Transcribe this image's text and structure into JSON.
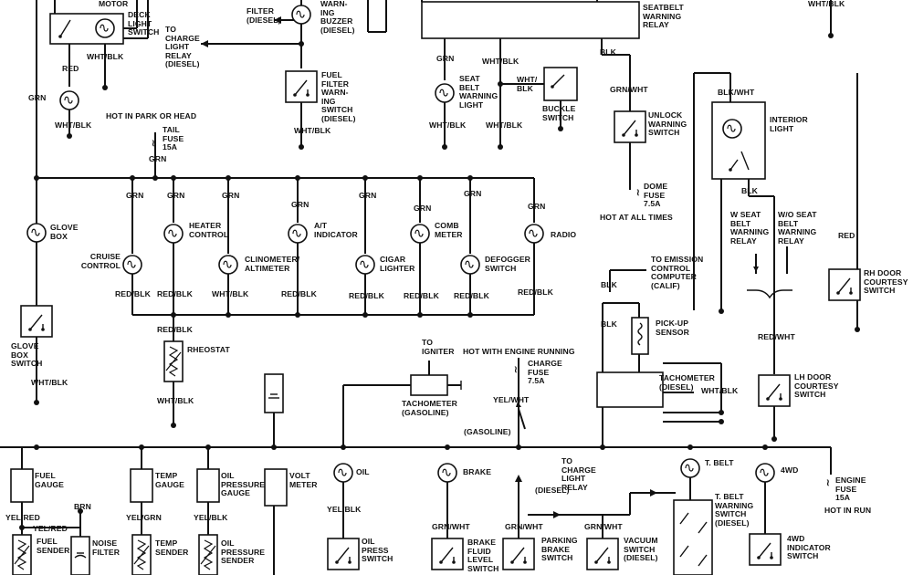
{
  "labels": {
    "motor": "MOTOR",
    "deck_light_switch": "DECK\nLIGHT\nSWITCH",
    "wht_blk_a": "WHT/BLK",
    "to_charge_light_relay_diesel": "TO\nCHARGE\nLIGHT\nRELAY\n(DIESEL)",
    "filter_diesel": "FILTER\n(DIESEL)",
    "warning_buzzer": "WARN-\nING\nBUZZER\n(DIESEL)",
    "fuel_filter_warning_switch": "FUEL\nFILTER\nWARN-\nING\nSWITCH\n(DIESEL)",
    "wht_blk_b": "WHT/BLK",
    "seatbelt_warning_relay": "SEATBELT\nWARNING\nRELAY",
    "wht_blk_top_right": "WHT/BLK",
    "red_a": "RED",
    "grn_a": "GRN",
    "wht_blk_c": "WHT/BLK",
    "hot_in_park_or_head": "HOT IN PARK OR HEAD",
    "tail_fuse": "TAIL\nFUSE\n15A",
    "grn_b": "GRN",
    "grn_seat": "GRN",
    "seat_belt_warning_light": "SEAT\nBELT\nWARNING\nLIGHT",
    "wht_blk_seat": "WHT/BLK",
    "wht_blk_d": "WHT/BLK",
    "wht_blk_e": "WHT/BLK",
    "wht_blk_f": "WHT/\nBLK",
    "buckle_switch": "BUCKLE\nSWITCH",
    "blk_a": "BLK",
    "grn_wht_a": "GRN/WHT",
    "unlock_warning_switch": "UNLOCK\nWARNING\nSWITCH",
    "dome_fuse": "DOME\nFUSE\n7.5A",
    "hot_at_all_times": "HOT AT ALL TIMES",
    "blk_wht": "BLK/WHT",
    "interior_light": "INTERIOR\nLIGHT",
    "blk_b": "BLK",
    "w_seat_belt_warning_relay": "W SEAT\nBELT\nWARNING\nRELAY",
    "wo_seat_belt_warning_relay": "W/O SEAT\nBELT\nWARNING\nRELAY",
    "red_b": "RED",
    "rh_door_courtesy_switch": "RH DOOR\nCOURTESY\nSWITCH",
    "glove_box": "GLOVE\nBOX",
    "grn_c1": "GRN",
    "grn_c2": "GRN",
    "grn_c3": "GRN",
    "grn_c4": "GRN",
    "grn_c5": "GRN",
    "grn_c6": "GRN",
    "grn_c7": "GRN",
    "grn_c8": "GRN",
    "heater_control": "HEATER\nCONTROL",
    "at_indicator": "A/T\nINDICATOR",
    "comb_meter": "COMB\nMETER",
    "radio": "RADIO",
    "cruise_control": "CRUISE\nCONTROL",
    "clinometer_altimeter": "CLINOMETER/\nALTIMETER",
    "cigar_lighter": "CIGAR\nLIGHTER",
    "defogger_switch": "DEFOGGER\nSWITCH",
    "red_blk_1": "RED/BLK",
    "red_blk_2": "RED/BLK",
    "wht_blk_g": "WHT/BLK",
    "red_blk_3": "RED/BLK",
    "red_blk_4": "RED/BLK",
    "red_blk_5": "RED/BLK",
    "red_blk_6": "RED/BLK",
    "red_blk_7": "RED/BLK",
    "to_emission_control_computer": "TO EMISSION\nCONTROL\nCOMPUTER\n(CALIF)",
    "blk_c": "BLK",
    "blk_d": "BLK",
    "pick_up_sensor": "PICK-UP\nSENSOR",
    "red_wht": "RED/WHT",
    "glove_box_switch": "GLOVE\nBOX\nSWITCH",
    "wht_blk_h": "WHT/BLK",
    "red_blk_rheo": "RED/BLK",
    "rheostat": "RHEOSTAT",
    "wht_blk_i": "WHT/BLK",
    "to_igniter": "TO\nIGNITER",
    "hot_with_engine_running": "HOT WITH ENGINE RUNNING",
    "charge_fuse": "CHARGE\nFUSE\n7.5A",
    "tachometer_gasoline": "TACHOMETER\n(GASOLINE)",
    "yel_wht": "YEL/WHT",
    "gasoline": "(GASOLINE)",
    "tachometer_diesel": "TACHOMETER\n(DIESEL)",
    "wht_blk_j": "WHT/BLK",
    "lh_door_courtesy_switch": "LH DOOR\nCOURTESY\nSWITCH",
    "fuel_gauge": "FUEL\nGAUGE",
    "temp_gauge": "TEMP\nGAUGE",
    "oil_pressure_gauge": "OIL\nPRESSURE\nGAUGE",
    "volt_meter": "VOLT\nMETER",
    "oil": "OIL",
    "brake": "BRAKE",
    "to_charge_light_relay": "TO\nCHARGE\nLIGHT\nRELAY",
    "t_belt": "T. BELT",
    "fourwd": "4WD",
    "engine_fuse": "ENGINE\nFUSE\n15A",
    "hot_in_run": "HOT IN RUN",
    "diesel": "(DIESEL)",
    "t_belt_warning_switch": "T. BELT\nWARNING\nSWITCH\n(DIESEL)",
    "brn": "BRN",
    "yel_red_a": "YEL/RED",
    "yel_red_b": "YEL/RED",
    "yel_grn": "YEL/GRN",
    "yel_blk_a": "YEL/BLK",
    "yel_blk_b": "YEL/BLK",
    "fuel_sender": "FUEL\nSENDER",
    "noise_filter": "NOISE\nFILTER",
    "temp_sender": "TEMP\nSENDER",
    "oil_pressure_sender": "OIL\nPRESSURE\nSENDER",
    "oil_press_switch": "OIL\nPRESS\nSWITCH",
    "grn_wht_b": "GRN/WHT",
    "grn_wht_c": "GRN/WHT",
    "grn_wht_d": "GRN/WHT",
    "brake_fluid_level_switch": "BRAKE\nFLUID\nLEVEL\nSWITCH",
    "parking_brake_switch": "PARKING\nBRAKE\nSWITCH",
    "vacuum_switch": "VACUUM\nSWITCH\n(DIESEL)",
    "fourwd_indicator_switch": "4WD\nINDICATOR\nSWITCH"
  }
}
